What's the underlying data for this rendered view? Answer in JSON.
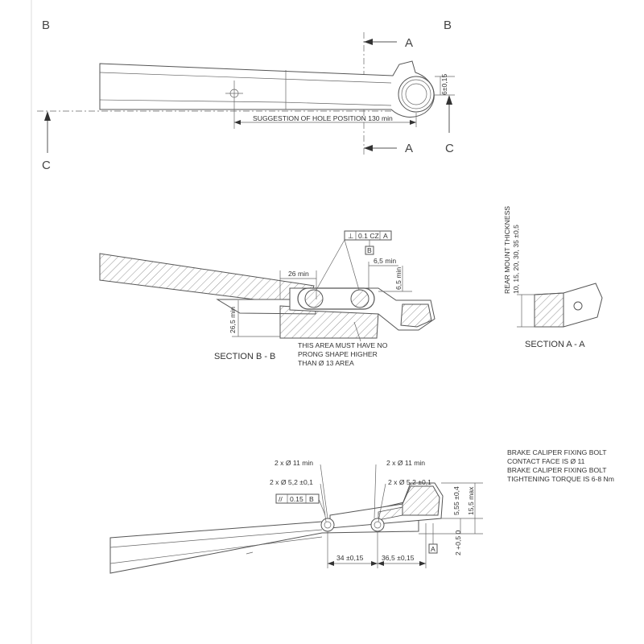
{
  "markers": {
    "b_top_left": "B",
    "b_top_right": "B",
    "c_left": "C",
    "c_right": "C",
    "a_top": "A",
    "a_bottom": "A"
  },
  "top_view": {
    "hole_suggestion": "SUGGESTION OF HOLE POSITION 130 min",
    "offset_dim": "6±0,15"
  },
  "section_bb": {
    "title": "SECTION B - B",
    "tolerance_frame": [
      "⊥",
      "0.1 CZ",
      "A"
    ],
    "datum": "B",
    "dim_width": "26 min",
    "dim_side": "6,5 min",
    "dim_vertical": "6,5 min",
    "dim_height": "26,5 min",
    "note_lines": [
      "THIS AREA MUST HAVE NO",
      "PRONG SHAPE HIGHER",
      "THAN Ø 13 AREA"
    ]
  },
  "section_aa": {
    "title": "SECTION A - A",
    "thickness_label_line1": "REAR MOUNT THICKNESS",
    "thickness_label_line2": "10, 15, 20, 30, 35 ±0,5"
  },
  "bottom_view": {
    "left_hole_outer": "2 x Ø 11 min",
    "left_hole_inner": "2 x Ø 5,2 ±0,1",
    "right_hole_outer": "2 x Ø 11 min",
    "right_hole_inner": "2 x Ø 5,2 ±0,1",
    "parallel_frame": [
      "//",
      "0.15",
      "B"
    ],
    "dim_34": "34 ±0,15",
    "dim_365": "36,5 ±0,15",
    "dim_555": "5,55 ±0,4",
    "dim_155": "15,5 max",
    "dim_2": "2 +0,5 0",
    "datum": "A"
  },
  "notes": {
    "lines": [
      "BRAKE   CALIPER   FIXING   BOLT",
      "CONTACT FACE IS Ø 11",
      "BRAKE CALIPER FIXING BOLT",
      "TIGHTENING TORQUE IS 6-8 Nm"
    ]
  }
}
